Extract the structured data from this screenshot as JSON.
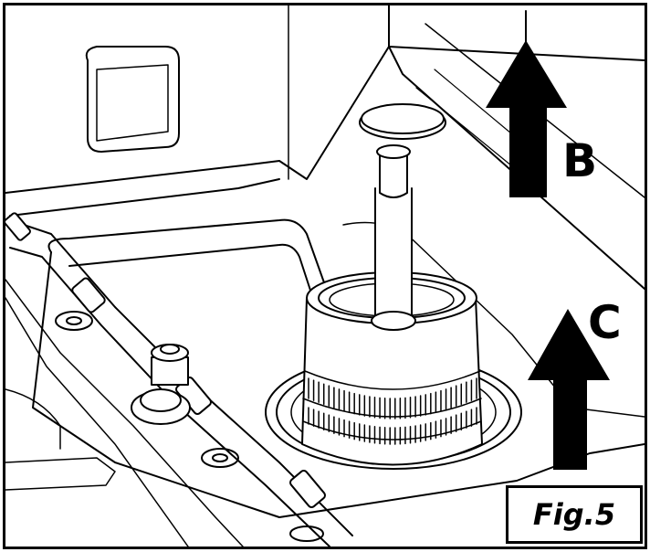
{
  "figure": {
    "caption": "Fig.5"
  },
  "arrows": [
    {
      "label": "B",
      "direction": "up"
    },
    {
      "label": "C",
      "direction": "up"
    }
  ],
  "colors": {
    "line": "#000000",
    "background": "#ffffff",
    "shade": "#d9d9d9"
  }
}
